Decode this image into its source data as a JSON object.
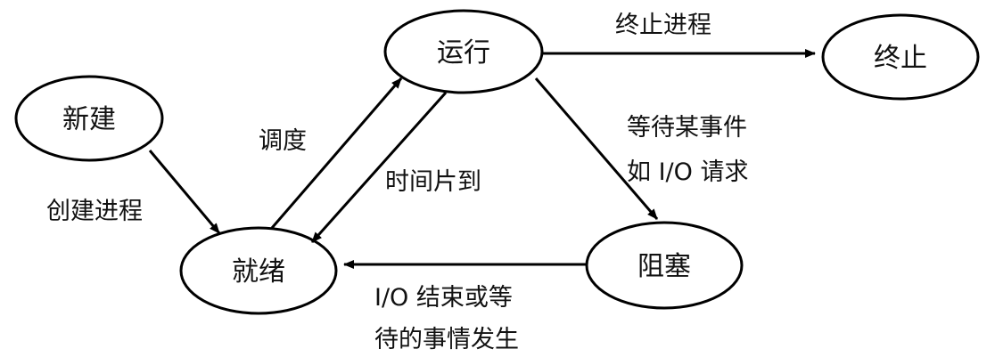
{
  "diagram": {
    "nodes": {
      "new": "新建",
      "ready": "就绪",
      "running": "运行",
      "blocked": "阻塞",
      "terminated": "终止"
    },
    "edges": {
      "create_process": "创建进程",
      "dispatch": "调度",
      "time_slice": "时间片到",
      "terminate_process": "终止进程",
      "wait_event_line1": "等待某事件",
      "wait_event_line2": "如 I/O 请求",
      "event_done_line1": "I/O 结束或等",
      "event_done_line2": "待的事情发生"
    },
    "colors": {
      "stroke": "#000000",
      "text": "#111111",
      "background": "#ffffff"
    }
  }
}
